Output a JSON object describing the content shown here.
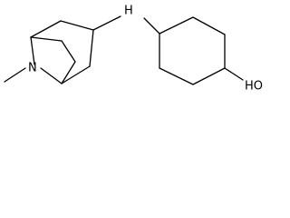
{
  "molecule": {
    "atoms": {
      "bridge_nitrogen": "N",
      "amine_linker": "H",
      "hydroxyl": "HO"
    },
    "colors": {
      "bond": "#000000",
      "label": "#000000",
      "background": "#ffffff"
    }
  }
}
